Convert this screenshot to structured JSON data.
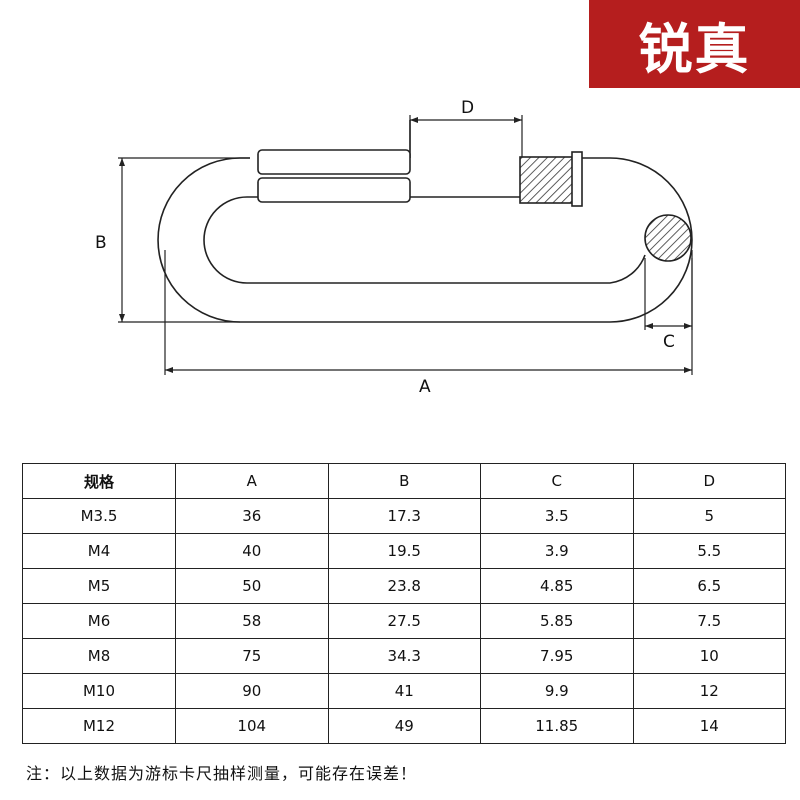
{
  "brand": {
    "label": "锐真"
  },
  "diagram": {
    "dim_labels": {
      "a": "A",
      "b": "B",
      "c": "C",
      "d": "D"
    }
  },
  "table": {
    "headers": [
      "规格",
      "A",
      "B",
      "C",
      "D"
    ],
    "rows": [
      [
        "M3.5",
        "36",
        "17.3",
        "3.5",
        "5"
      ],
      [
        "M4",
        "40",
        "19.5",
        "3.9",
        "5.5"
      ],
      [
        "M5",
        "50",
        "23.8",
        "4.85",
        "6.5"
      ],
      [
        "M6",
        "58",
        "27.5",
        "5.85",
        "7.5"
      ],
      [
        "M8",
        "75",
        "34.3",
        "7.95",
        "10"
      ],
      [
        "M10",
        "90",
        "41",
        "9.9",
        "12"
      ],
      [
        "M12",
        "104",
        "49",
        "11.85",
        "14"
      ]
    ]
  },
  "footnote": "注：以上数据为游标卡尺抽样测量，可能存在误差！",
  "colors": {
    "brand_bg": "#b51e1e",
    "brand_text": "#ffffff",
    "line": "#222222"
  }
}
